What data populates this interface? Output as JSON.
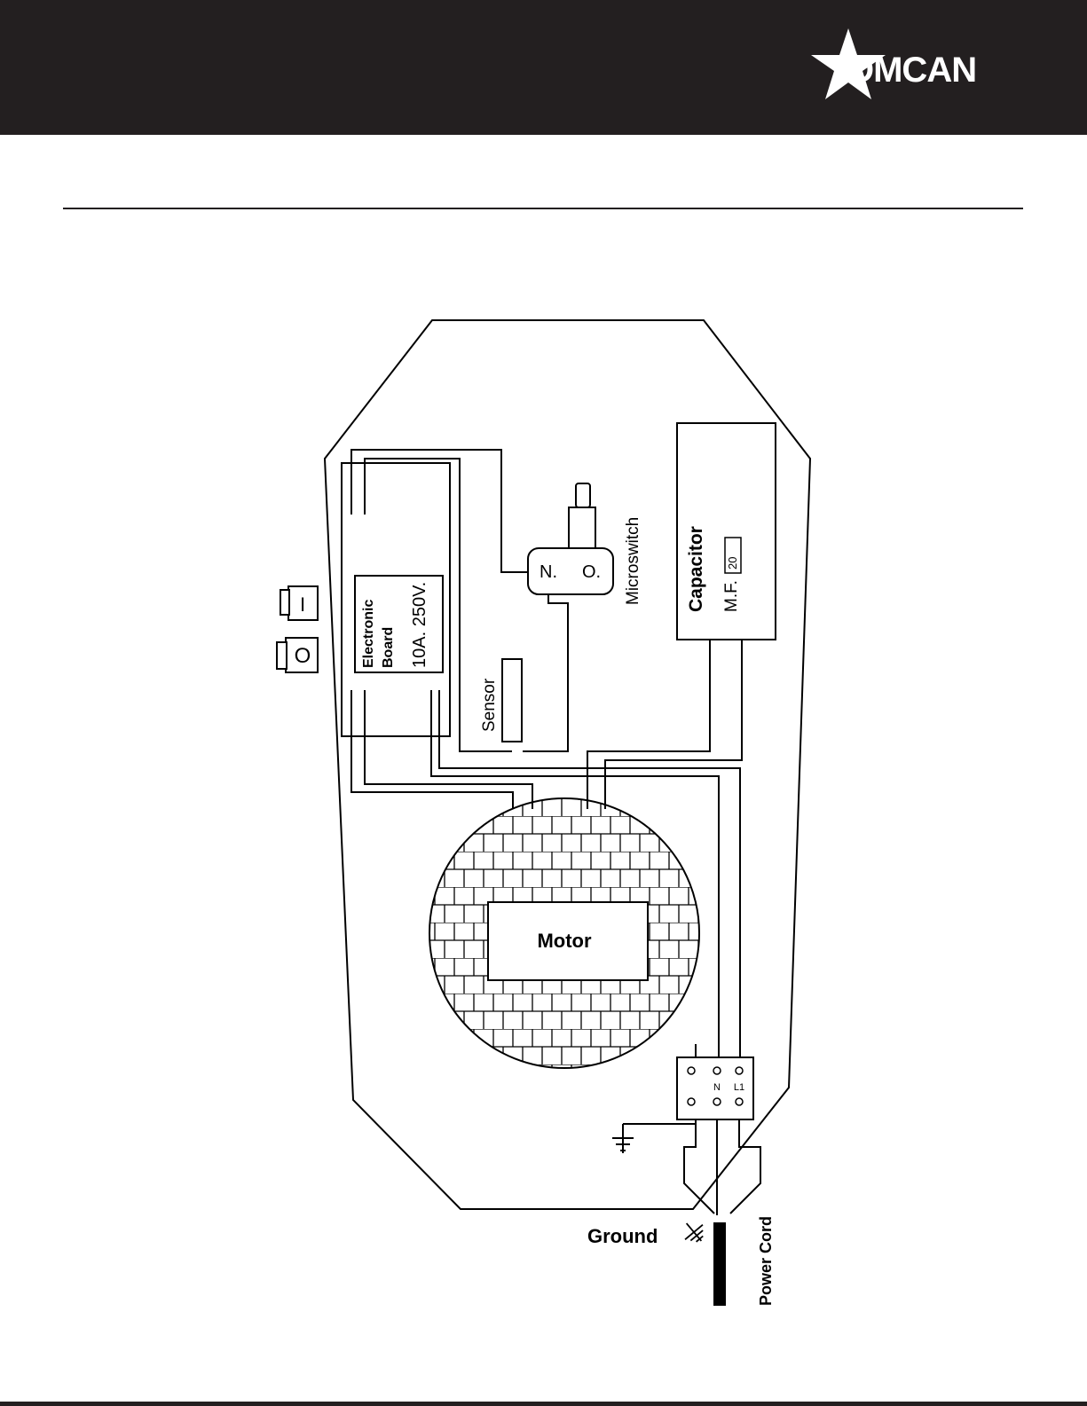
{
  "brand": {
    "name": "OMCAN",
    "logo_text": "OMCAN"
  },
  "diagram": {
    "electronic_board": {
      "line1": "Electronic",
      "line2": "Board",
      "rating": "10A. 250V."
    },
    "switch": {
      "on_symbol": "I",
      "off_symbol": "O"
    },
    "microswitch": {
      "label": "Microswitch",
      "contact_n": "N.",
      "contact_o": "O."
    },
    "sensor": {
      "label": "Sensor"
    },
    "capacitor": {
      "label": "Capacitor",
      "unit": "M.F.",
      "value": "20"
    },
    "motor": {
      "label": "Motor"
    },
    "terminal_block": {
      "neutral": "N",
      "line": "L1"
    },
    "ground": {
      "label": "Ground"
    },
    "power_cord": {
      "label": "Power Cord"
    }
  },
  "colors": {
    "header_bg": "#231f20",
    "ink": "#000000",
    "logo_fg": "#ffffff"
  }
}
